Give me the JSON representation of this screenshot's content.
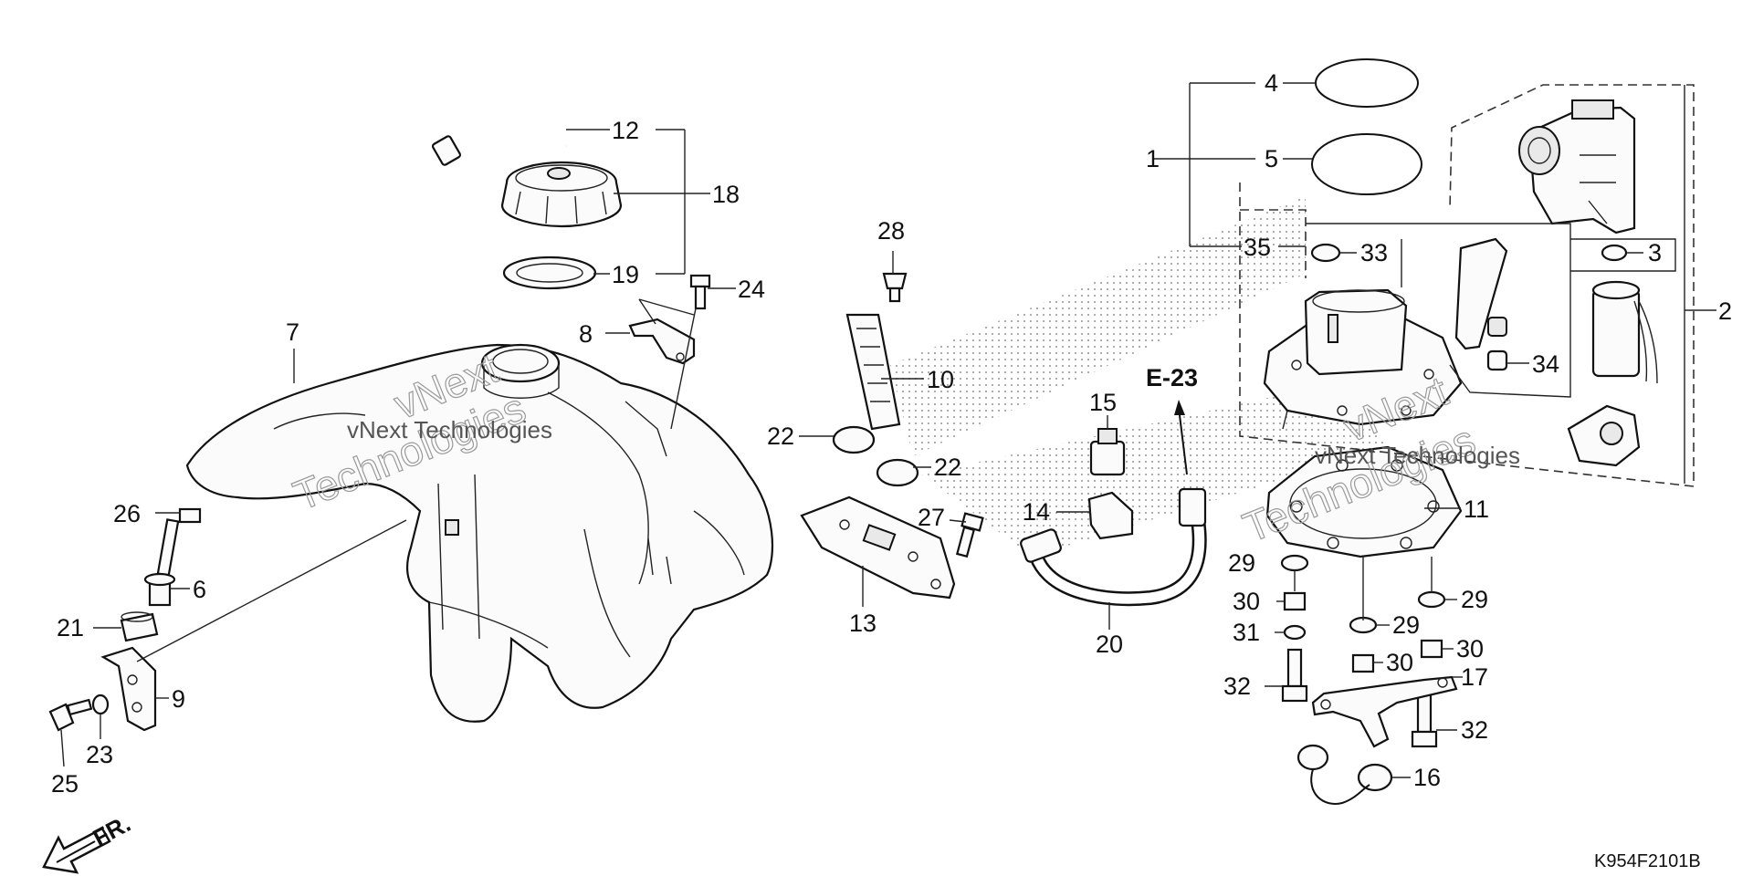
{
  "diagram": {
    "code": "K954F2101B",
    "front_marker": "FR.",
    "reference_label": "E-23",
    "watermark_brand": "vNext",
    "watermark_word": "Technologies",
    "watermark_caption": "vNext Technologies",
    "callouts": {
      "c1": "1",
      "c2": "2",
      "c3": "3",
      "c4": "4",
      "c5": "5",
      "c6": "6",
      "c7": "7",
      "c8": "8",
      "c9": "9",
      "c10": "10",
      "c11": "11",
      "c12": "12",
      "c13": "13",
      "c14": "14",
      "c15": "15",
      "c16": "16",
      "c17": "17",
      "c18": "18",
      "c19": "19",
      "c20": "20",
      "c21": "21",
      "c22a": "22",
      "c22b": "22",
      "c23": "23",
      "c24": "24",
      "c25": "25",
      "c26": "26",
      "c27": "27",
      "c28": "28",
      "c29a": "29",
      "c29b": "29",
      "c29c": "29",
      "c30a": "30",
      "c30b": "30",
      "c30c": "30",
      "c31": "31",
      "c32a": "32",
      "c32b": "32",
      "c33": "33",
      "c34": "34",
      "c35": "35"
    }
  }
}
